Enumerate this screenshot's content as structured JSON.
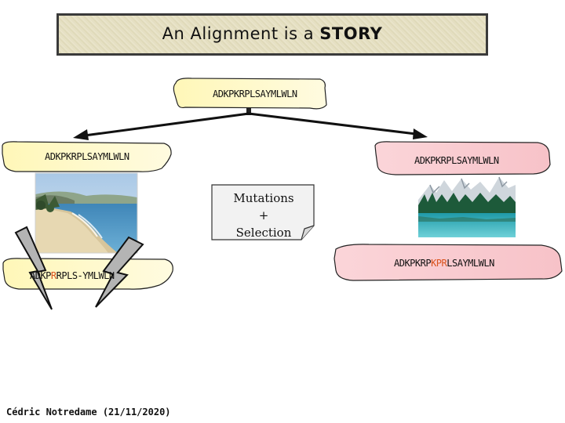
{
  "title": {
    "prefix": "An Alignment is a",
    "emphasis": "STORY"
  },
  "ancestor": {
    "sequence": "ADKPKRPLSAYMLWLN"
  },
  "left_branch": {
    "sequence": "ADKPKRPLSAYMLWLN",
    "image_icon": "beach-photo",
    "descendant": {
      "seq_start": "ADKP",
      "seq_highlight": "R",
      "seq_end": "RPLS-YMLWLN"
    }
  },
  "right_branch": {
    "sequence": "ADKPKRPLSAYMLWLN",
    "image_icon": "mountain-lake-photo",
    "descendant": {
      "seq_start": "ADKPKRP",
      "seq_highlight": "KPR",
      "seq_end": "LSAYMLWLN"
    }
  },
  "note": {
    "line1": "Mutations",
    "line2": "+",
    "line3": "Selection"
  },
  "credit": "Cédric Notredame (21/11/2020)",
  "colors": {
    "yellow_fill": "#fff9c4",
    "pink_fill": "#f9c9ce",
    "highlight": "#d9531e",
    "lightning": "#b4b4b4"
  }
}
